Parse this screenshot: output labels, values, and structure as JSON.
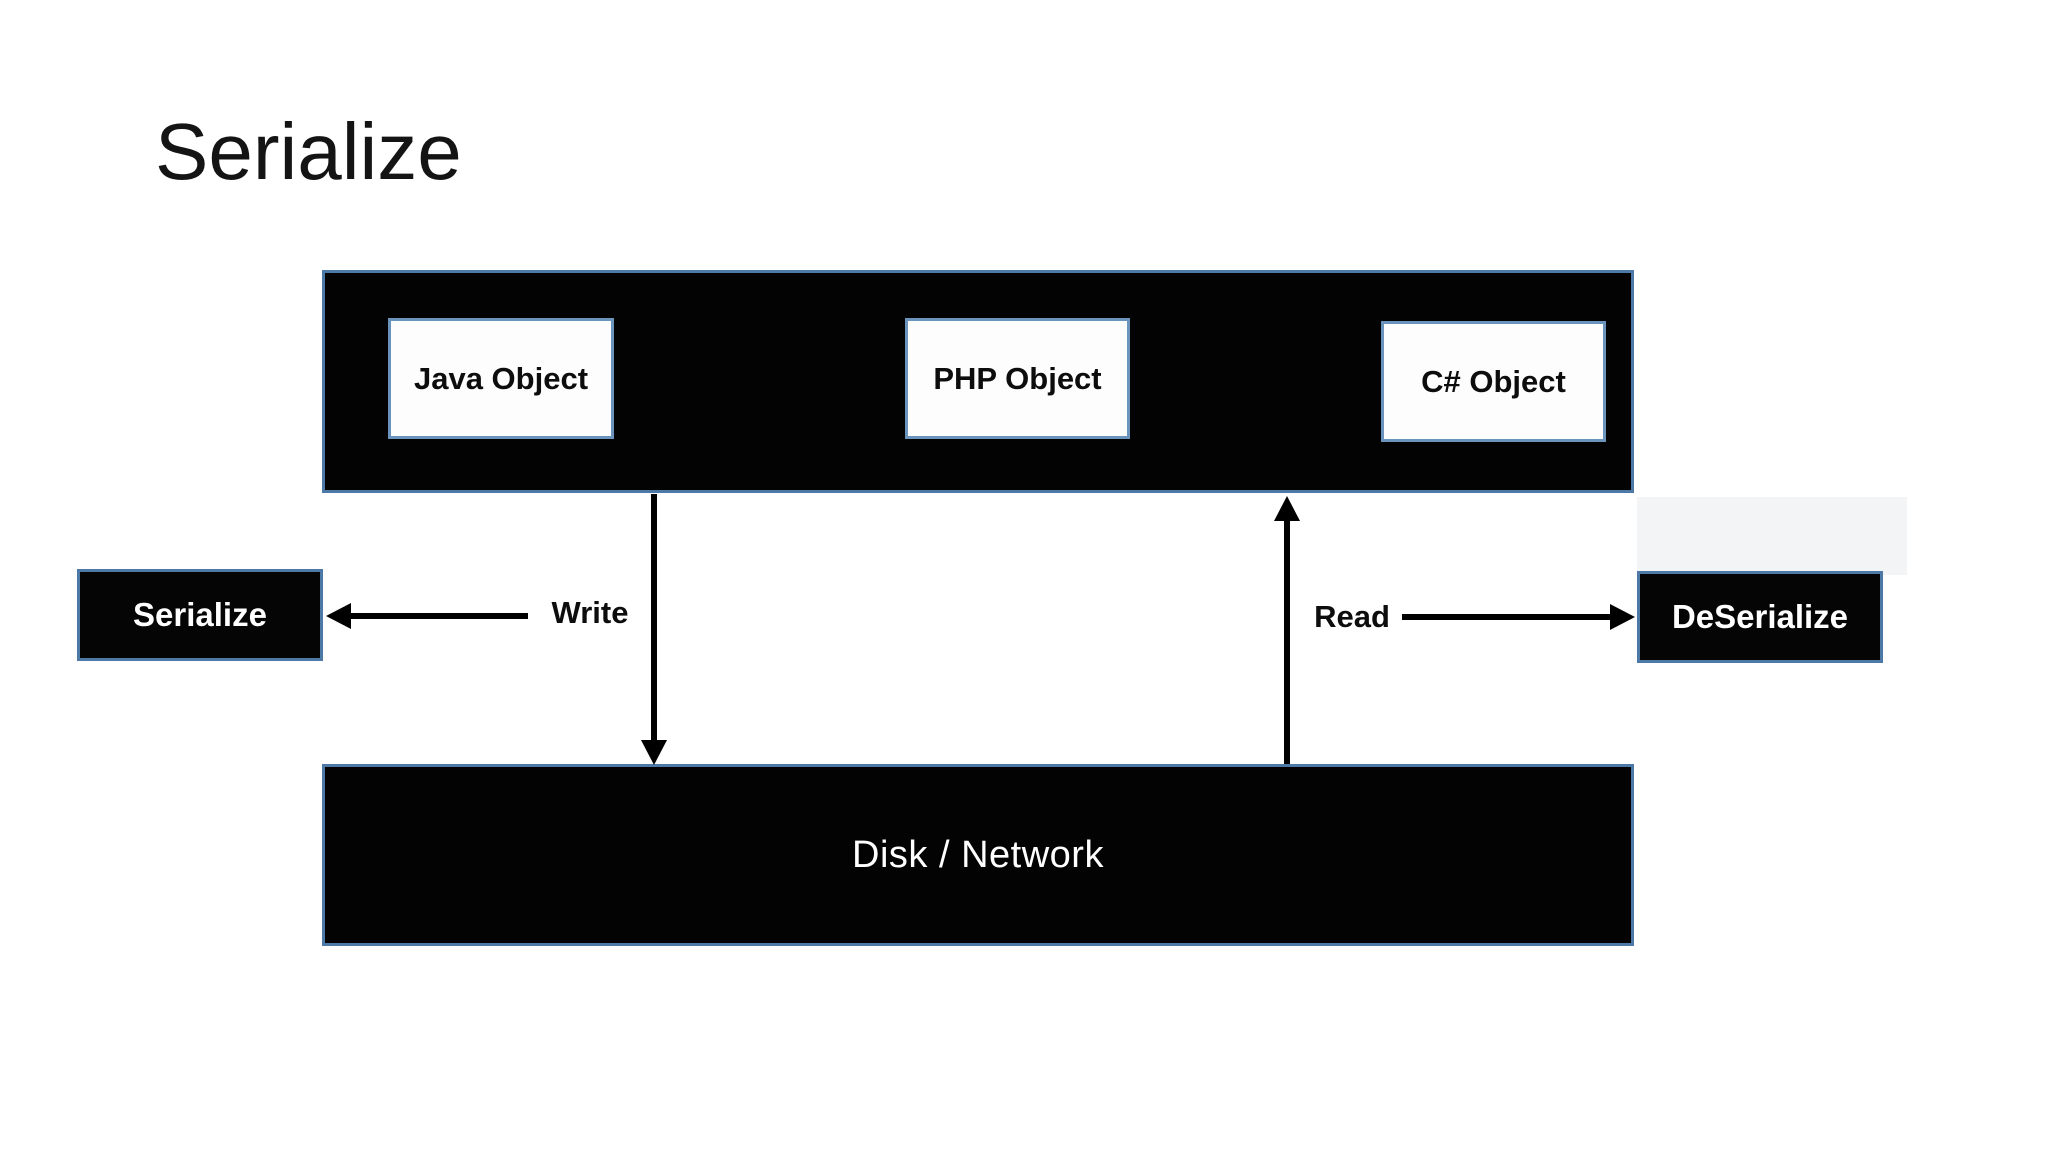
{
  "slide": {
    "title": "Serialize",
    "object_boxes": [
      {
        "label": "Java Object"
      },
      {
        "label": "PHP Object"
      },
      {
        "label": "C# Object"
      }
    ],
    "actions": {
      "serialize": "Serialize",
      "deserialize": "DeSerialize",
      "write": "Write",
      "read": "Read"
    },
    "storage": {
      "label": "Disk / Network"
    },
    "icons": {
      "write_to_serialize": "left-arrow-icon",
      "objects_to_storage": "down-arrow-icon",
      "storage_to_objects": "up-arrow-icon",
      "read_to_deserialize": "right-arrow-icon"
    },
    "colors": {
      "background": "#ffffff",
      "shape_fill": "#030303",
      "shape_border": "#4c79a5",
      "inner_box_border": "#6b94bd",
      "text_on_dark": "#ffffff",
      "text_on_light": "#0d0d0d"
    }
  }
}
